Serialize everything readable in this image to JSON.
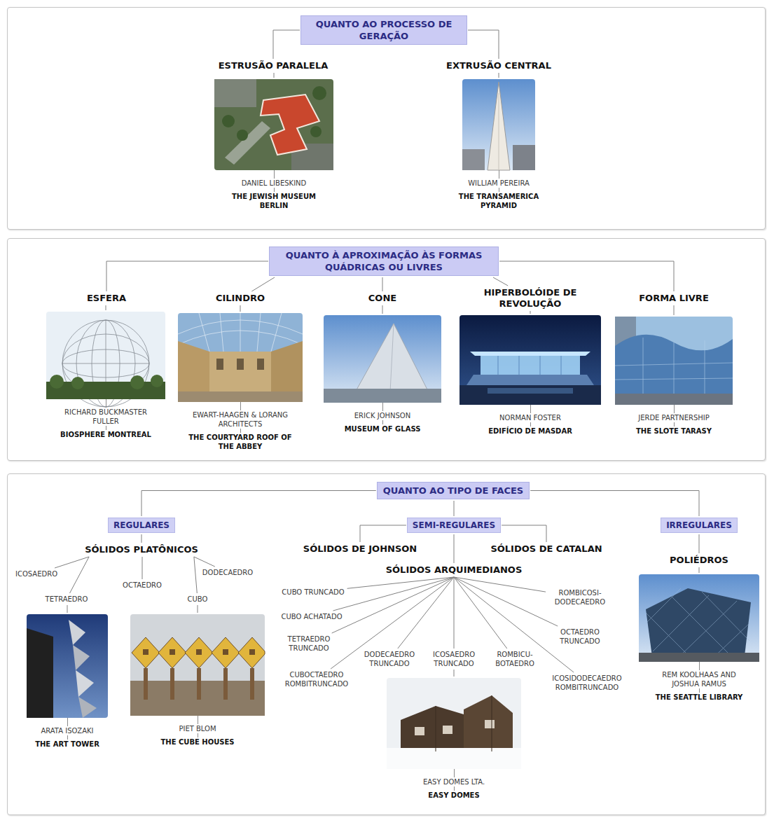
{
  "diagram": {
    "nodes": [
      {
        "text": [
          "QUANTO AO PROCESSO DE GERAÇÃO"
        ]
      },
      {
        "text": [
          "ESTRUSÃO PARALELA"
        ]
      },
      {
        "text": [
          "EXTRUSÃO CENTRAL"
        ]
      },
      {
        "text": [
          "DANIEL LIBESKIND",
          "THE JEWISH MUSEUM BERLIN"
        ]
      },
      {
        "text": [
          "WILLIAM PEREIRA",
          "THE TRANSAMERICA PYRAMID"
        ]
      },
      {
        "text": [
          "QUANTO À APROXIMAÇÃO ÀS FORMAS QUÁDRICAS OU LIVRES"
        ]
      },
      {
        "text": [
          "ESFERA"
        ]
      },
      {
        "text": [
          "CILINDRO"
        ]
      },
      {
        "text": [
          "CONE"
        ]
      },
      {
        "text": [
          "HIPERBOLÓIDE DE REVOLUÇÃO"
        ]
      },
      {
        "text": [
          "FORMA LIVRE"
        ]
      },
      {
        "text": [
          "RICHARD BUCKMASTER FULLER",
          "BIOSPHERE MONTREAL"
        ]
      },
      {
        "text": [
          "EWART-HAAGEN & LORANG ARCHITECTS",
          "THE COURTYARD ROOF OF THE ABBEY"
        ]
      },
      {
        "text": [
          "ERICK JOHNSON",
          "MUSEUM OF GLASS"
        ]
      },
      {
        "text": [
          "NORMAN FOSTER",
          "EDIFÍCIO DE MASDAR"
        ]
      },
      {
        "text": [
          "JERDE PARTNERSHIP",
          "THE SLOTE TARASY"
        ]
      },
      {
        "text": [
          "QUANTO AO TIPO DE FACES"
        ]
      },
      {
        "text": [
          "REGULARES"
        ]
      },
      {
        "text": [
          "SEMI-REGULARES"
        ]
      },
      {
        "text": [
          "IRREGULARES"
        ]
      },
      {
        "text": [
          "SÓLIDOS PLATÔNICOS"
        ]
      },
      {
        "text": [
          "ICOSAEDRO"
        ]
      },
      {
        "text": [
          "OCTAEDRO"
        ]
      },
      {
        "text": [
          "DODECAEDRO"
        ]
      },
      {
        "text": [
          "TETRAEDRO"
        ]
      },
      {
        "text": [
          "CUBO"
        ]
      },
      {
        "text": [
          "ARATA ISOZAKI",
          "THE ART TOWER"
        ]
      },
      {
        "text": [
          "PIET BLOM",
          "THE CUBE HOUSES"
        ]
      },
      {
        "text": [
          "SÓLIDOS DE JOHNSON"
        ]
      },
      {
        "text": [
          "SÓLIDOS DE CATALAN"
        ]
      },
      {
        "text": [
          "SÓLIDOS ARQUIMEDIANOS"
        ]
      },
      {
        "text": [
          "CUBO TRUNCADO"
        ]
      },
      {
        "text": [
          "CUBO ACHATADO"
        ]
      },
      {
        "text": [
          "TETRAEDRO TRUNCADO"
        ]
      },
      {
        "text": [
          "CUBOCTAEDRO ROMBITRUNCADO"
        ]
      },
      {
        "text": [
          "DODECAEDRO TRUNCADO"
        ]
      },
      {
        "text": [
          "ICOSAEDRO TRUNCADO"
        ]
      },
      {
        "text": [
          "ROMBICU- BOTAEDRO"
        ]
      },
      {
        "text": [
          "ICOSIDODECAEDRO ROMBITRUNCADO"
        ]
      },
      {
        "text": [
          "OCTAEDRO TRUNCADO"
        ]
      },
      {
        "text": [
          "ROMBICOSI- DODECAEDRO"
        ]
      },
      {
        "text": [
          "EASY DOMES LTA.",
          "EASY DOMES"
        ]
      },
      {
        "text": [
          "POLIÉDROS"
        ]
      },
      {
        "text": [
          "REM KOOLHAAS AND JOSHUA RAMUS",
          "THE SEATTLE LIBRARY"
        ]
      }
    ],
    "edges": [
      {
        "from": 0,
        "to": 1,
        "arrow": "none"
      },
      {
        "from": 0,
        "to": 2,
        "arrow": "none"
      },
      {
        "from": 1,
        "to": 3,
        "arrow": "none"
      },
      {
        "from": 2,
        "to": 4,
        "arrow": "none"
      },
      {
        "from": 5,
        "to": 6,
        "arrow": "none"
      },
      {
        "from": 5,
        "to": 7,
        "arrow": "none"
      },
      {
        "from": 5,
        "to": 8,
        "arrow": "none"
      },
      {
        "from": 5,
        "to": 9,
        "arrow": "none"
      },
      {
        "from": 5,
        "to": 10,
        "arrow": "none"
      },
      {
        "from": 6,
        "to": 11,
        "arrow": "none"
      },
      {
        "from": 7,
        "to": 12,
        "arrow": "none"
      },
      {
        "from": 8,
        "to": 13,
        "arrow": "none"
      },
      {
        "from": 9,
        "to": 14,
        "arrow": "none"
      },
      {
        "from": 10,
        "to": 15,
        "arrow": "none"
      },
      {
        "from": 16,
        "to": 17,
        "arrow": "none"
      },
      {
        "from": 16,
        "to": 18,
        "arrow": "none"
      },
      {
        "from": 16,
        "to": 19,
        "arrow": "none"
      },
      {
        "from": 17,
        "to": 20,
        "arrow": "none"
      },
      {
        "from": 20,
        "to": 21,
        "arrow": "none"
      },
      {
        "from": 20,
        "to": 22,
        "arrow": "none"
      },
      {
        "from": 20,
        "to": 23,
        "arrow": "none"
      },
      {
        "from": 20,
        "to": 24,
        "arrow": "none"
      },
      {
        "from": 20,
        "to": 25,
        "arrow": "none"
      },
      {
        "from": 24,
        "to": 26,
        "arrow": "none"
      },
      {
        "from": 25,
        "to": 27,
        "arrow": "none"
      },
      {
        "from": 18,
        "to": 28,
        "arrow": "none"
      },
      {
        "from": 18,
        "to": 29,
        "arrow": "none"
      },
      {
        "from": 18,
        "to": 30,
        "arrow": "none"
      },
      {
        "from": 30,
        "to": 31,
        "arrow": "none"
      },
      {
        "from": 30,
        "to": 32,
        "arrow": "none"
      },
      {
        "from": 30,
        "to": 33,
        "arrow": "none"
      },
      {
        "from": 30,
        "to": 34,
        "arrow": "none"
      },
      {
        "from": 30,
        "to": 35,
        "arrow": "none"
      },
      {
        "from": 30,
        "to": 36,
        "arrow": "none"
      },
      {
        "from": 30,
        "to": 37,
        "arrow": "none"
      },
      {
        "from": 30,
        "to": 38,
        "arrow": "none"
      },
      {
        "from": 30,
        "to": 39,
        "arrow": "none"
      },
      {
        "from": 30,
        "to": 40,
        "arrow": "none"
      },
      {
        "from": 36,
        "to": 41,
        "arrow": "none"
      },
      {
        "from": 19,
        "to": 42,
        "arrow": "none"
      },
      {
        "from": 42,
        "to": 43,
        "arrow": "none"
      }
    ]
  }
}
